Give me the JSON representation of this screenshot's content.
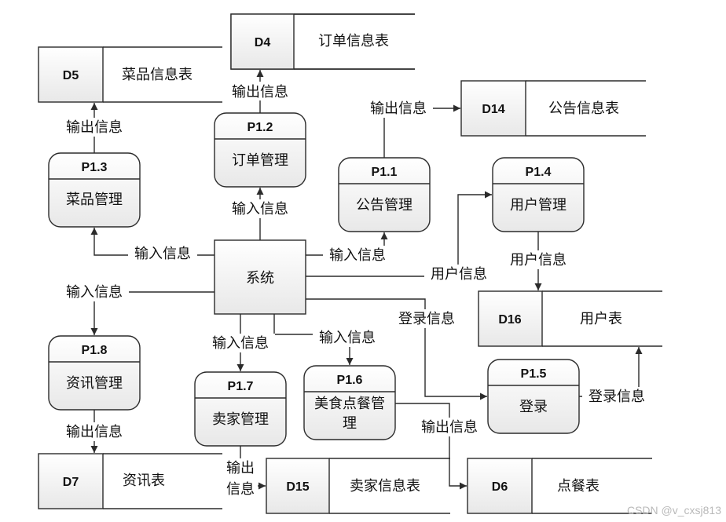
{
  "diagram": {
    "processes": {
      "p11": {
        "id": "P1.1",
        "name": "公告管理"
      },
      "p12": {
        "id": "P1.2",
        "name": "订单管理"
      },
      "p13": {
        "id": "P1.3",
        "name": "菜品管理"
      },
      "p14": {
        "id": "P1.4",
        "name": "用户管理"
      },
      "p15": {
        "id": "P1.5",
        "name": "登录"
      },
      "p16": {
        "id": "P1.6",
        "name_line1": "美食点餐管",
        "name_line2": "理"
      },
      "p17": {
        "id": "P1.7",
        "name": "卖家管理"
      },
      "p18": {
        "id": "P1.8",
        "name": "资讯管理"
      }
    },
    "stores": {
      "d4": {
        "id": "D4",
        "name": "订单信息表"
      },
      "d5": {
        "id": "D5",
        "name": "菜品信息表"
      },
      "d14": {
        "id": "D14",
        "name": "公告信息表"
      },
      "d16": {
        "id": "D16",
        "name": "用户表"
      },
      "d7": {
        "id": "D7",
        "name": "资讯表"
      },
      "d15": {
        "id": "D15",
        "name": "卖家信息表"
      },
      "d6": {
        "id": "D6",
        "name": "点餐表"
      }
    },
    "entity": {
      "name": "系统"
    },
    "flows": {
      "out_d4": "输出信息",
      "out_d5": "输出信息",
      "out_d14": "输出信息",
      "in_p12": "输入信息",
      "in_p13": "输入信息",
      "in_p11": "输入信息",
      "in_p18": "输入信息",
      "in_p17": "输入信息",
      "in_p16": "输入信息",
      "user_info_sys": "用户信息",
      "user_info_d16": "用户信息",
      "login_info_sys": "登录信息",
      "login_info_d16": "登录信息",
      "out_d7": "输出信息",
      "out_d15_line1": "输出",
      "out_d15_line2": "信息",
      "out_d6": "输出信息"
    }
  },
  "watermark": "CSDN @v_cxsj813"
}
